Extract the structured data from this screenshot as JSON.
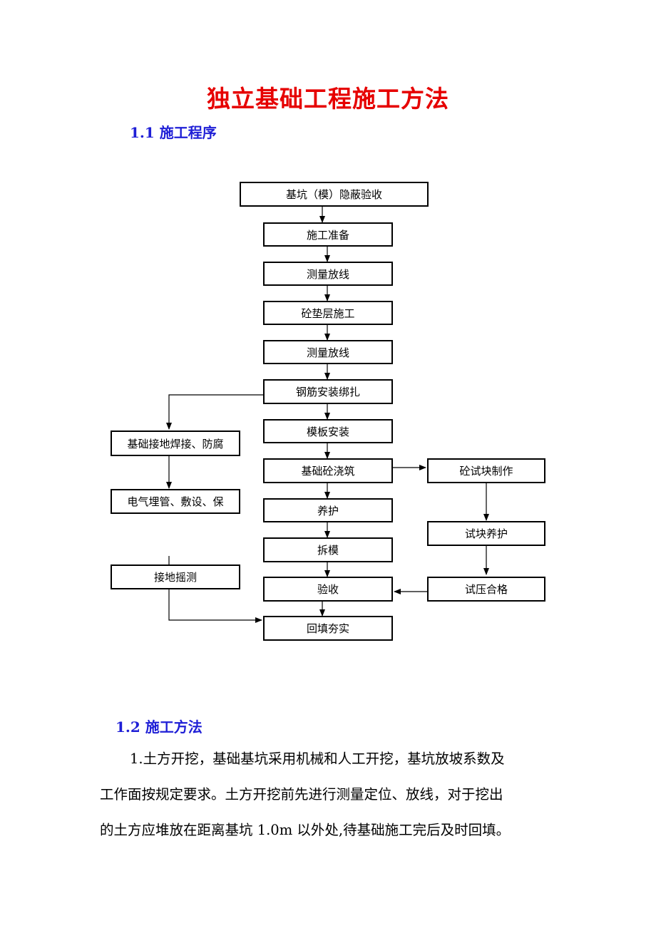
{
  "document": {
    "title": "独立基础工程施工方法",
    "section1_heading": "1.1 施工程序",
    "section2_heading": "1.2 施工方法",
    "paragraph_lines": [
      "1.土方开挖，基础基坑采用机械和人工开挖，基坑放坡系数及",
      "工作面按规定要求。土方开挖前先进行测量定位、放线，对于挖出",
      "的土方应堆放在距离基坑 1.0m 以外处,待基础施工完后及时回填。"
    ]
  },
  "flowchart": {
    "main_steps": [
      "基坑（模）隐蔽验收",
      "施工准备",
      "测量放线",
      "砼垫层施工",
      "测量放线",
      "钢筋安装绑扎",
      "模板安装",
      "基础砼浇筑",
      "养护",
      "拆模",
      "验收",
      "回填夯实"
    ],
    "left_branch": [
      "基础接地焊接、防腐",
      "电气埋管、敷设、保",
      "接地摇测"
    ],
    "right_branch": [
      "砼试块制作",
      "试块养护",
      "试压合格"
    ]
  },
  "colors": {
    "title": "#e60000",
    "heading": "#1f1fd6"
  }
}
